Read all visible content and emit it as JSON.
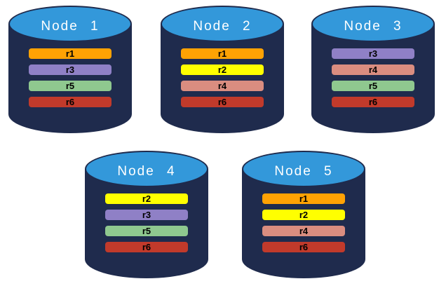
{
  "background": "#ffffff",
  "colors": {
    "cylinder_body": "#1F2B4D",
    "cylinder_top": "#3398DA",
    "node_label_text": "#FFFFFF",
    "replica_label_text": "#000000"
  },
  "replica_colors": {
    "r1": "#FFA204",
    "r2": "#FFFF00",
    "r3": "#8F80C6",
    "r4": "#DA8D80",
    "r5": "#8FC88F",
    "r6": "#C13A2B"
  },
  "nodes": [
    {
      "label": "Node 1",
      "replicas": [
        "r1",
        "r3",
        "r5",
        "r6"
      ]
    },
    {
      "label": "Node 2",
      "replicas": [
        "r1",
        "r2",
        "r4",
        "r6"
      ]
    },
    {
      "label": "Node 3",
      "replicas": [
        "r3",
        "r4",
        "r5",
        "r6"
      ]
    },
    {
      "label": "Node 4",
      "replicas": [
        "r2",
        "r3",
        "r5",
        "r6"
      ]
    },
    {
      "label": "Node 5",
      "replicas": [
        "r1",
        "r2",
        "r4",
        "r6"
      ]
    }
  ]
}
